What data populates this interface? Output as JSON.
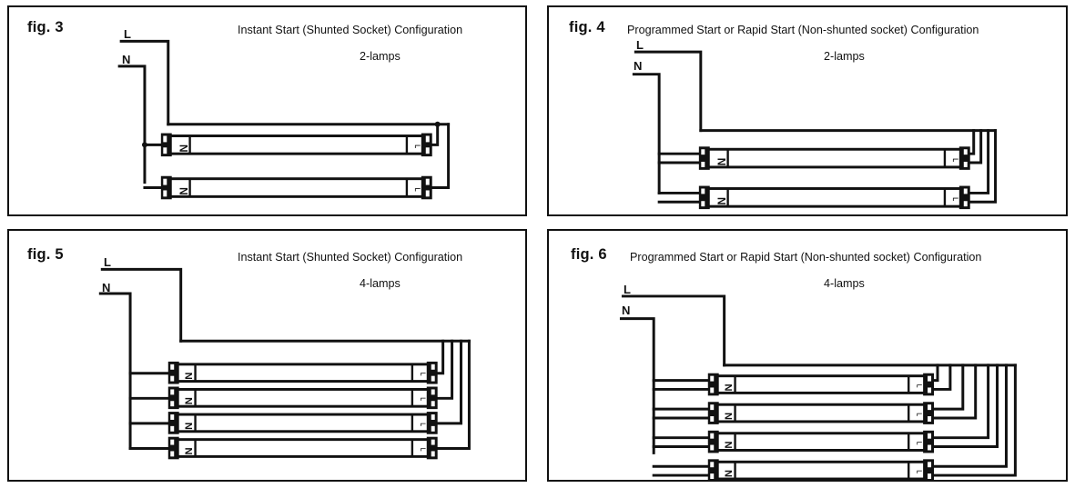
{
  "document": {
    "kind": "fluorescent-lamp-wiring-diagrams",
    "panel_count": 4
  },
  "colors": {
    "line": "#111111",
    "background": "#ffffff",
    "border": "#111111",
    "lamp_body": "#ffffff"
  },
  "legend": {
    "left_socket_glyph": "Z",
    "right_socket_glyph": "⌐",
    "line_label": "L",
    "neutral_label": "N"
  },
  "panels": [
    {
      "id": "fig3",
      "fig_label": "fig. 3",
      "title": "Instant Start (Shunted Socket) Configuration",
      "subtitle": "2-lamps",
      "lamp_count": 2,
      "socket_type": "shunted",
      "wires_per_socket": 1,
      "terminals": {
        "line": "L",
        "neutral": "N"
      }
    },
    {
      "id": "fig4",
      "fig_label": "fig. 4",
      "title": "Programmed Start or Rapid Start (Non-shunted socket) Configuration",
      "subtitle": "2-lamps",
      "lamp_count": 2,
      "socket_type": "non-shunted",
      "wires_per_socket": 2,
      "terminals": {
        "line": "L",
        "neutral": "N"
      }
    },
    {
      "id": "fig5",
      "fig_label": "fig. 5",
      "title": "Instant Start (Shunted Socket) Configuration",
      "subtitle": "4-lamps",
      "lamp_count": 4,
      "socket_type": "shunted",
      "wires_per_socket": 1,
      "terminals": {
        "line": "L",
        "neutral": "N"
      }
    },
    {
      "id": "fig6",
      "fig_label": "fig. 6",
      "title": "Programmed Start or Rapid Start (Non-shunted socket) Configuration",
      "subtitle": "4-lamps",
      "lamp_count": 4,
      "socket_type": "non-shunted",
      "wires_per_socket": 2,
      "terminals": {
        "line": "L",
        "neutral": "N"
      }
    }
  ]
}
